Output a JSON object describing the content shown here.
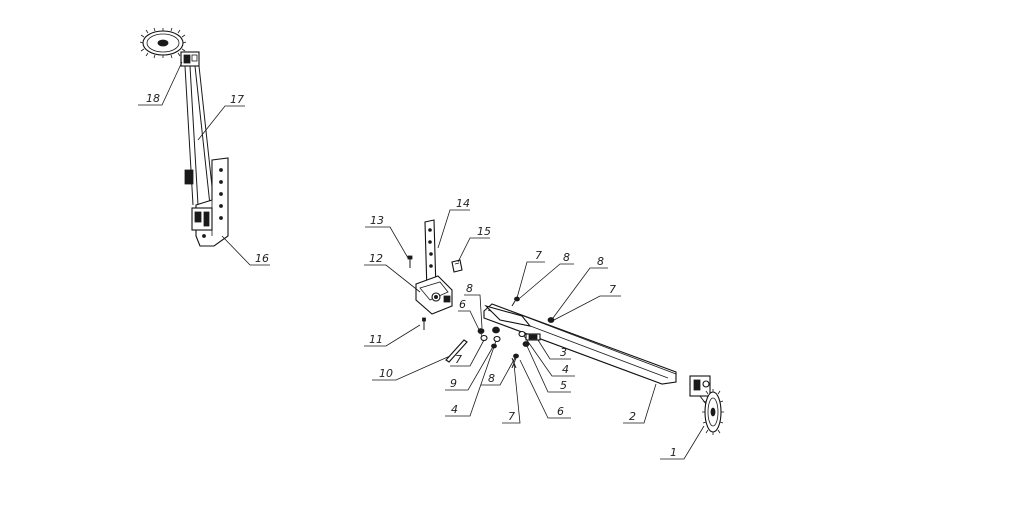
{
  "callouts": [
    {
      "id": "c1",
      "text": "1"
    },
    {
      "id": "c2",
      "text": "2"
    },
    {
      "id": "c3",
      "text": "3"
    },
    {
      "id": "c4a",
      "text": "4"
    },
    {
      "id": "c4b",
      "text": "4"
    },
    {
      "id": "c5",
      "text": "5"
    },
    {
      "id": "c6a",
      "text": "6"
    },
    {
      "id": "c6b",
      "text": "6"
    },
    {
      "id": "c7a",
      "text": "7"
    },
    {
      "id": "c7b",
      "text": "7"
    },
    {
      "id": "c7c",
      "text": "7"
    },
    {
      "id": "c7d",
      "text": "7"
    },
    {
      "id": "c8a",
      "text": "8"
    },
    {
      "id": "c8b",
      "text": "8"
    },
    {
      "id": "c8c",
      "text": "8"
    },
    {
      "id": "c8d",
      "text": "8"
    },
    {
      "id": "c9",
      "text": "9"
    },
    {
      "id": "c10",
      "text": "10"
    },
    {
      "id": "c11",
      "text": "11"
    },
    {
      "id": "c12",
      "text": "12"
    },
    {
      "id": "c13",
      "text": "13"
    },
    {
      "id": "c14",
      "text": "14"
    },
    {
      "id": "c15",
      "text": "15"
    },
    {
      "id": "c16",
      "text": "16"
    },
    {
      "id": "c17",
      "text": "17"
    },
    {
      "id": "c18",
      "text": "18"
    }
  ]
}
